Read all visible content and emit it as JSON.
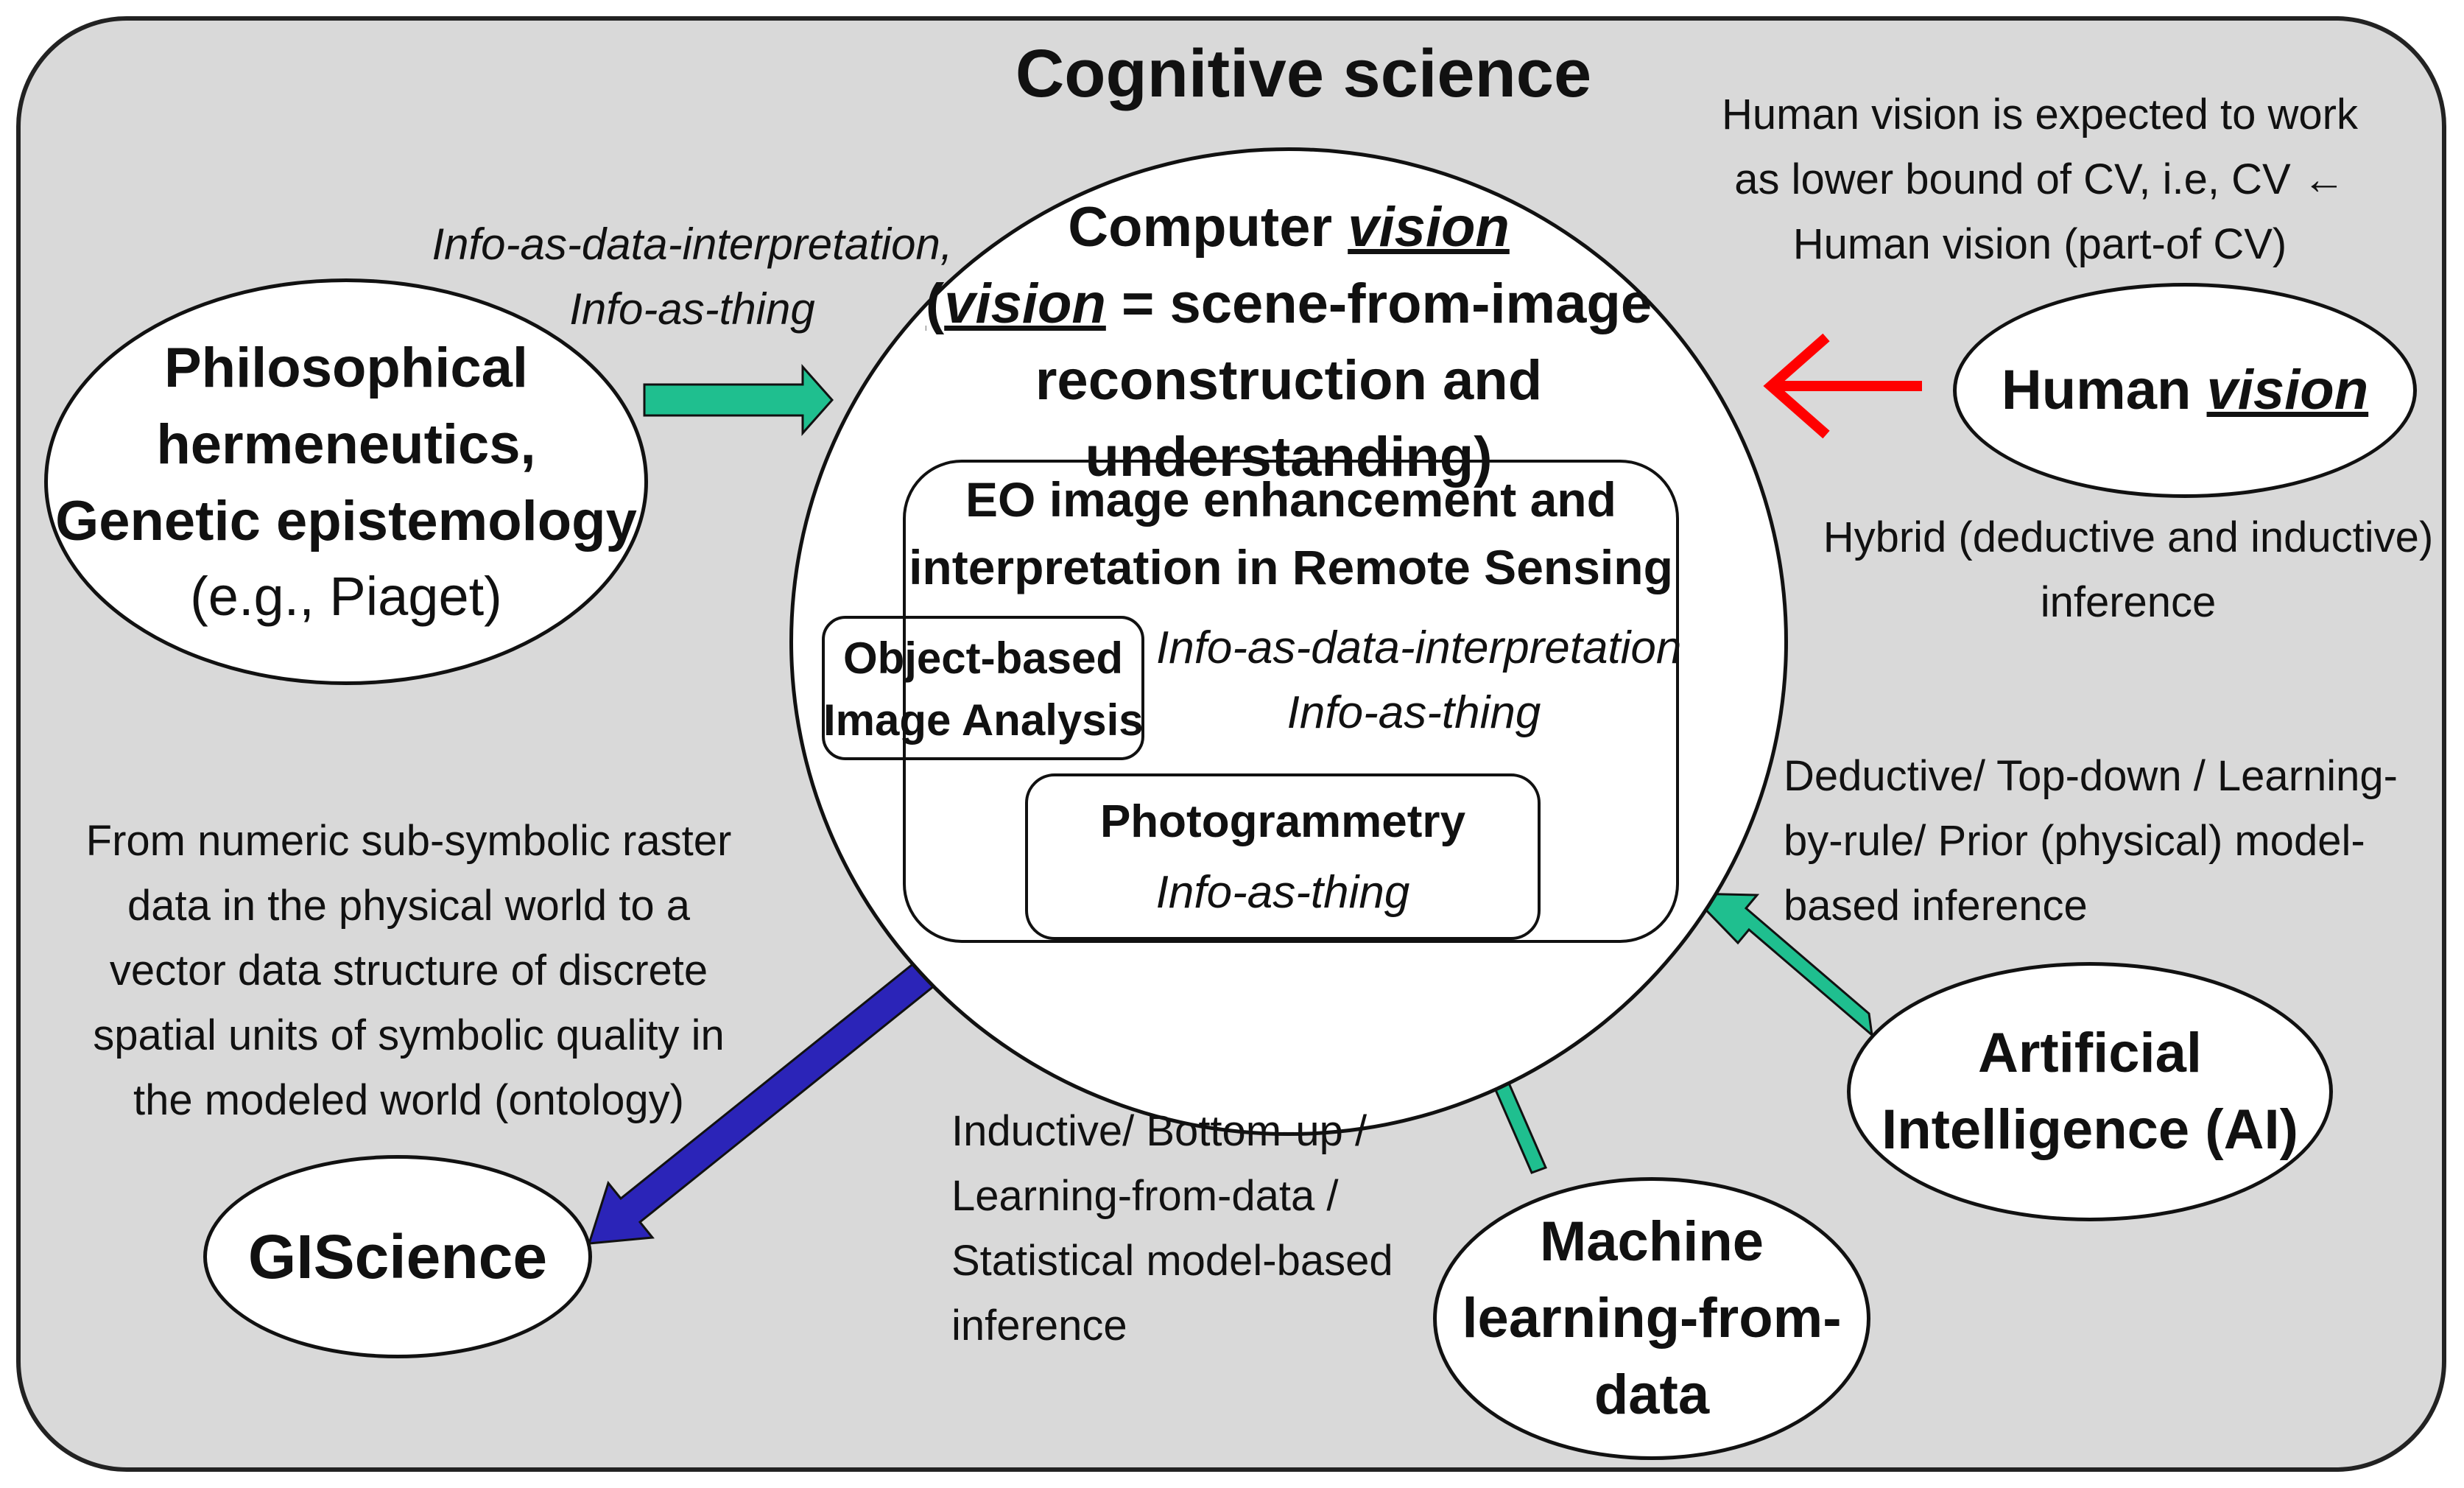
{
  "frame": {
    "title": "Cognitive science"
  },
  "nodes": {
    "philosophy": {
      "line1": "Philosophical",
      "line2": "hermeneutics,",
      "line3": "Genetic epistemology",
      "line4": "(e.g., Piaget)"
    },
    "computer_vision": {
      "line1_prefix": "Computer ",
      "line1_em": "vision",
      "line2_open": "(",
      "line2_em": "vision",
      "line2_rest": " = scene-from-image",
      "line3": "reconstruction and",
      "line4": "understanding)"
    },
    "eo": {
      "line1": "EO image enhancement and",
      "line2": "interpretation in Remote Sensing",
      "italic1": "Info-as-data-interpretation",
      "italic2": "Info-as-thing"
    },
    "obia": {
      "line1": "Object-based",
      "line2": "Image Analysis"
    },
    "photogrammetry": {
      "title": "Photogrammetry",
      "subtitle": "Info-as-thing"
    },
    "human_vision": {
      "prefix": "Human ",
      "em": "vision"
    },
    "ai": {
      "line1": "Artificial",
      "line2": "Intelligence (AI)"
    },
    "ml": {
      "line1": "Machine",
      "line2": "learning-from-",
      "line3": "data"
    },
    "giscience": {
      "label": "GIScience"
    }
  },
  "annotations": {
    "philosophy_arrow": {
      "line1": "Info-as-data-interpretation,",
      "line2": "Info-as-thing"
    },
    "human_vision_note": {
      "line1": "Human vision is expected to work",
      "line2": "as lower bound of CV, i.e, CV ←",
      "line3": "Human vision (part-of CV)"
    },
    "hybrid": {
      "line1": "Hybrid (deductive and inductive)",
      "line2": "inference"
    },
    "deductive": {
      "line1": "Deductive/ Top-down / Learning-",
      "line2": "by-rule/ Prior (physical) model-",
      "line3": "based inference"
    },
    "inductive": {
      "line1": "Inductive/  Bottom-up /",
      "line2": "Learning-from-data /",
      "line3": "Statistical  model-based",
      "line4": "inference"
    },
    "gis": {
      "line1": "From numeric sub-symbolic raster",
      "line2": "data in the physical world to a",
      "line3": "vector data structure of discrete",
      "line4": "spatial units of symbolic quality in",
      "line5": "the modeled world (ontology)"
    }
  },
  "colors": {
    "background": "#d9d9d9",
    "arrow_green": "#1fbf8f",
    "arrow_red": "#ff0000",
    "arrow_blue": "#2b24b8"
  }
}
